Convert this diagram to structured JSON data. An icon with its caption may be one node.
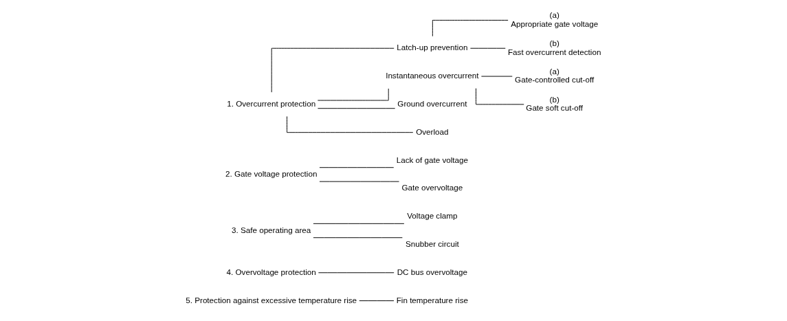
{
  "diagram": {
    "nodes": [
      {
        "text": [
          "1. Overcurrent protection"
        ]
      },
      {
        "text": [
          "Latch-up prevention"
        ]
      },
      {
        "text": [
          "(a)",
          "Appropriate gate voltage"
        ]
      },
      {
        "text": [
          "(b)",
          "Fast overcurrent detection"
        ]
      },
      {
        "text": [
          "Instantaneous overcurrent"
        ]
      },
      {
        "text": [
          "(a)",
          "Gate-controlled cut-off"
        ]
      },
      {
        "text": [
          "(b)",
          "Gate soft cut-off"
        ]
      },
      {
        "text": [
          "Ground overcurrent"
        ]
      },
      {
        "text": [
          "Overload"
        ]
      },
      {
        "text": [
          "2. Gate voltage protection"
        ]
      },
      {
        "text": [
          "Lack of gate voltage"
        ]
      },
      {
        "text": [
          "Gate overvoltage"
        ]
      },
      {
        "text": [
          "3. Safe operating area"
        ]
      },
      {
        "text": [
          "Voltage clamp"
        ]
      },
      {
        "text": [
          "Snubber circuit"
        ]
      },
      {
        "text": [
          "4. Overvoltage protection"
        ]
      },
      {
        "text": [
          "DC bus overvoltage"
        ]
      },
      {
        "text": [
          "5. Protection against excessive temperature rise"
        ]
      },
      {
        "text": [
          "Fin temperature rise"
        ]
      }
    ],
    "edges": [
      {
        "from": 0,
        "to": 1,
        "arrow": "none"
      },
      {
        "from": 1,
        "to": 2,
        "arrow": "none"
      },
      {
        "from": 1,
        "to": 3,
        "arrow": "none"
      },
      {
        "from": 0,
        "to": 4,
        "arrow": "none"
      },
      {
        "from": 4,
        "to": 5,
        "arrow": "none"
      },
      {
        "from": 4,
        "to": 6,
        "arrow": "none"
      },
      {
        "from": 0,
        "to": 7,
        "arrow": "none"
      },
      {
        "from": 0,
        "to": 8,
        "arrow": "none"
      },
      {
        "from": 9,
        "to": 10,
        "arrow": "none"
      },
      {
        "from": 9,
        "to": 11,
        "arrow": "none"
      },
      {
        "from": 12,
        "to": 13,
        "arrow": "none"
      },
      {
        "from": 12,
        "to": 14,
        "arrow": "none"
      },
      {
        "from": 15,
        "to": 16,
        "arrow": "none"
      },
      {
        "from": 17,
        "to": 18,
        "arrow": "none"
      }
    ]
  }
}
